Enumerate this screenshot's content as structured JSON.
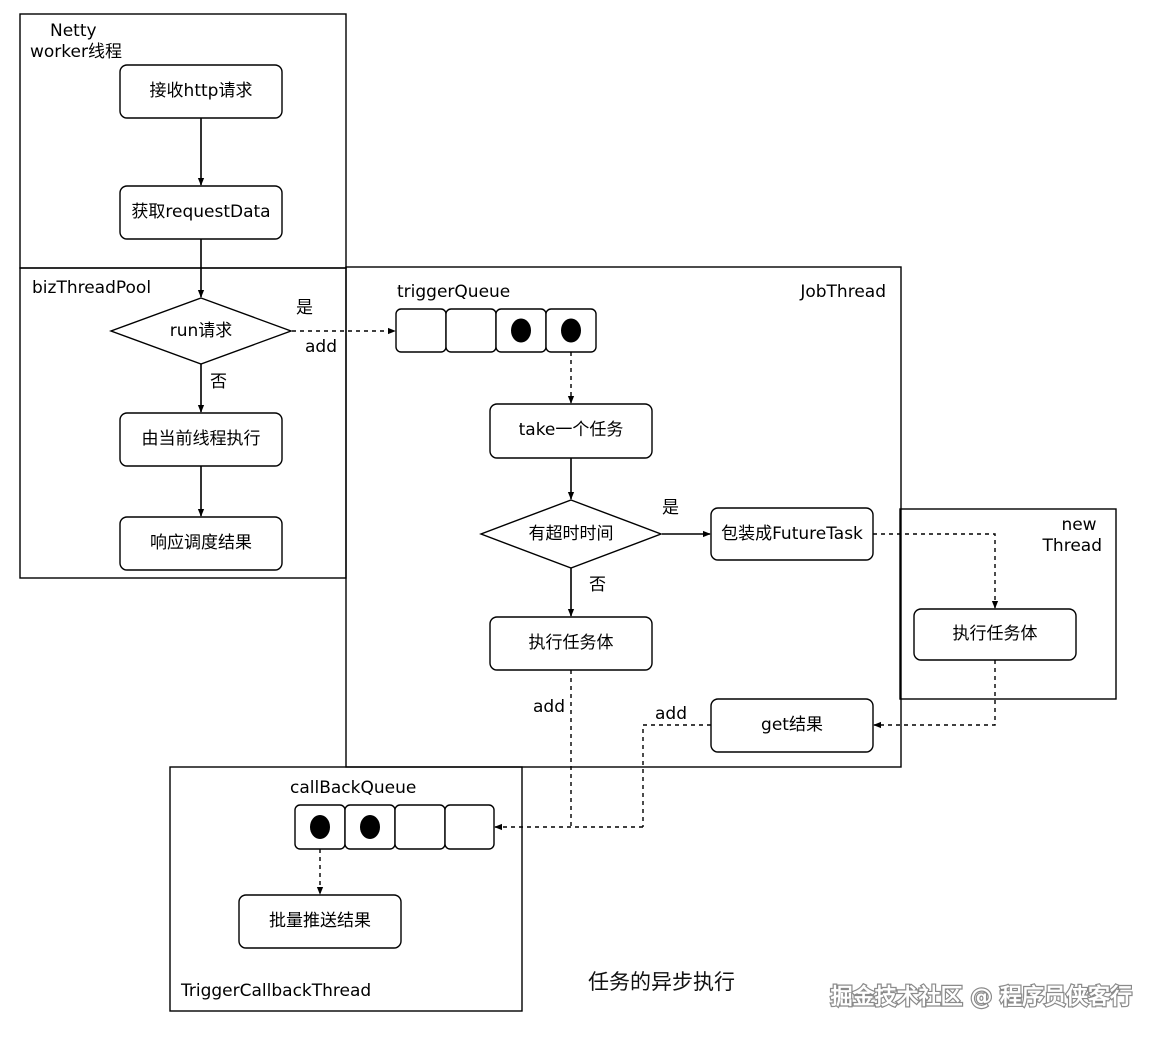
{
  "lanes": {
    "netty_worker": "Netty\nworker线程",
    "biz_thread_pool": "bizThreadPool",
    "job_thread": "JobThread",
    "new_thread": "new\nThread",
    "trigger_callback_thread": "TriggerCallbackThread"
  },
  "nodes": {
    "receive_http": "接收http请求",
    "get_request_data": "获取requestData",
    "run_request": "run请求",
    "exec_current_thread": "由当前线程执行",
    "respond_result": "响应调度结果",
    "take_task": "take一个任务",
    "has_timeout": "有超时时间",
    "wrap_future_task": "包装成FutureTask",
    "exec_task_body_job": "执行任务体",
    "exec_task_body_new": "执行任务体",
    "get_result": "get结果",
    "batch_push": "批量推送结果"
  },
  "queues": {
    "trigger_queue": {
      "label": "triggerQueue",
      "slots": [
        false,
        false,
        true,
        true
      ]
    },
    "callback_queue": {
      "label": "callBackQueue",
      "slots": [
        true,
        true,
        false,
        false
      ]
    }
  },
  "edge_labels": {
    "run_yes": "是",
    "run_add": "add",
    "run_no": "否",
    "timeout_yes": "是",
    "timeout_no": "否",
    "exec_add": "add",
    "get_add": "add"
  },
  "caption": "任务的异步执行",
  "watermark": "掘金技术社区 @ 程序员侠客行"
}
